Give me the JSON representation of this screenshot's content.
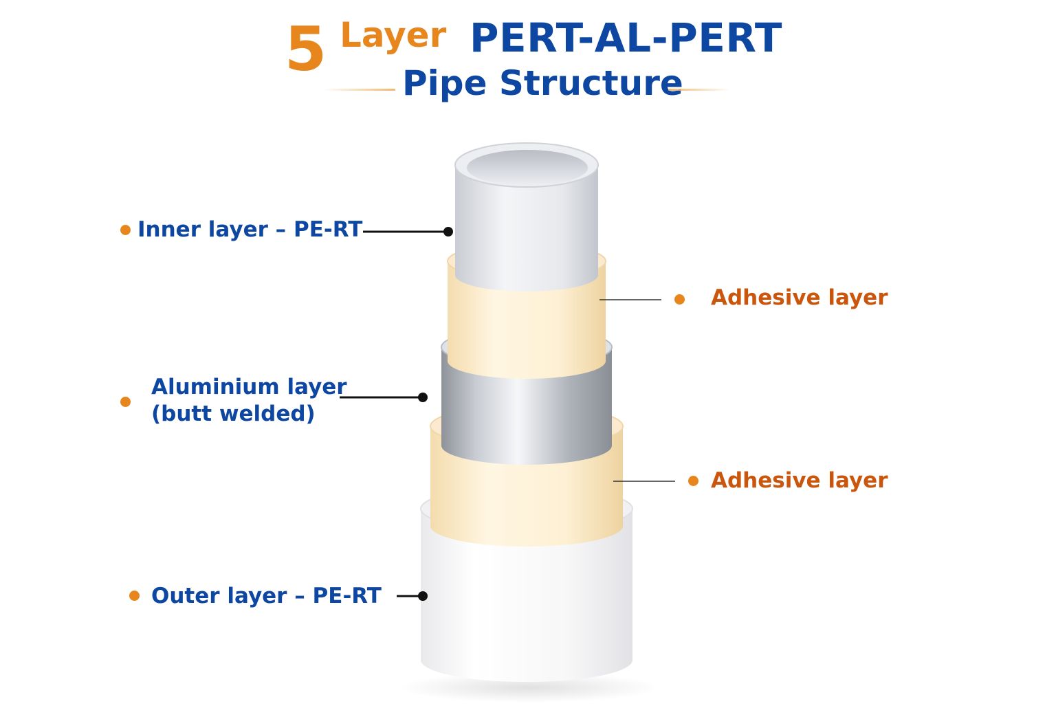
{
  "title": {
    "number": "5",
    "word": "Layer",
    "main": "PERT-AL-PERT",
    "sub": "Pipe Structure"
  },
  "labels": {
    "inner": "Inner layer – PE-RT",
    "adhesive_1": "Adhesive layer",
    "aluminium_line1": "Aluminium layer",
    "aluminium_line2": "(butt welded)",
    "adhesive_2": "Adhesive layer",
    "outer": "Outer layer – PE-RT"
  },
  "colors": {
    "blue": "#0d47a1",
    "orange": "#e8861e",
    "adhesive_text": "#c9560c",
    "leader": "#111111"
  }
}
